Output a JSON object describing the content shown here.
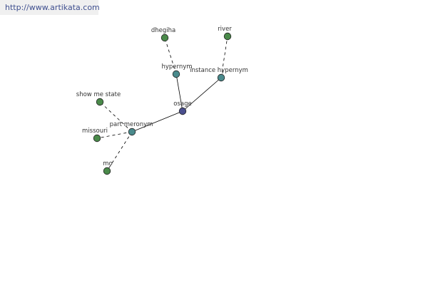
{
  "header": {
    "url": "http://www.artikata.com"
  },
  "colors": {
    "root": "#4a4f8e",
    "relation": "#4a8a8c",
    "leaf": "#4a8a4a",
    "edge": "#000000"
  },
  "graph": {
    "nodes": [
      {
        "id": "osage",
        "label": "osage",
        "kind": "root"
      },
      {
        "id": "hypernym",
        "label": "hypernym",
        "kind": "relation"
      },
      {
        "id": "instance_hypernym",
        "label": "instance hypernym",
        "kind": "relation"
      },
      {
        "id": "part_meronym",
        "label": "part meronym",
        "kind": "relation"
      },
      {
        "id": "dhegiha",
        "label": "dhegiha",
        "kind": "leaf"
      },
      {
        "id": "river",
        "label": "river",
        "kind": "leaf"
      },
      {
        "id": "show_me_state",
        "label": "show me state",
        "kind": "leaf"
      },
      {
        "id": "missouri",
        "label": "missouri",
        "kind": "leaf"
      },
      {
        "id": "mo",
        "label": "mo",
        "kind": "leaf"
      }
    ],
    "edges": [
      {
        "from": "osage",
        "to": "hypernym",
        "style": "solid"
      },
      {
        "from": "osage",
        "to": "instance_hypernym",
        "style": "solid"
      },
      {
        "from": "osage",
        "to": "part_meronym",
        "style": "solid"
      },
      {
        "from": "hypernym",
        "to": "dhegiha",
        "style": "dashed"
      },
      {
        "from": "instance_hypernym",
        "to": "river",
        "style": "dashed"
      },
      {
        "from": "part_meronym",
        "to": "show_me_state",
        "style": "dashed"
      },
      {
        "from": "part_meronym",
        "to": "missouri",
        "style": "dashed"
      },
      {
        "from": "part_meronym",
        "to": "mo",
        "style": "dashed"
      }
    ]
  }
}
